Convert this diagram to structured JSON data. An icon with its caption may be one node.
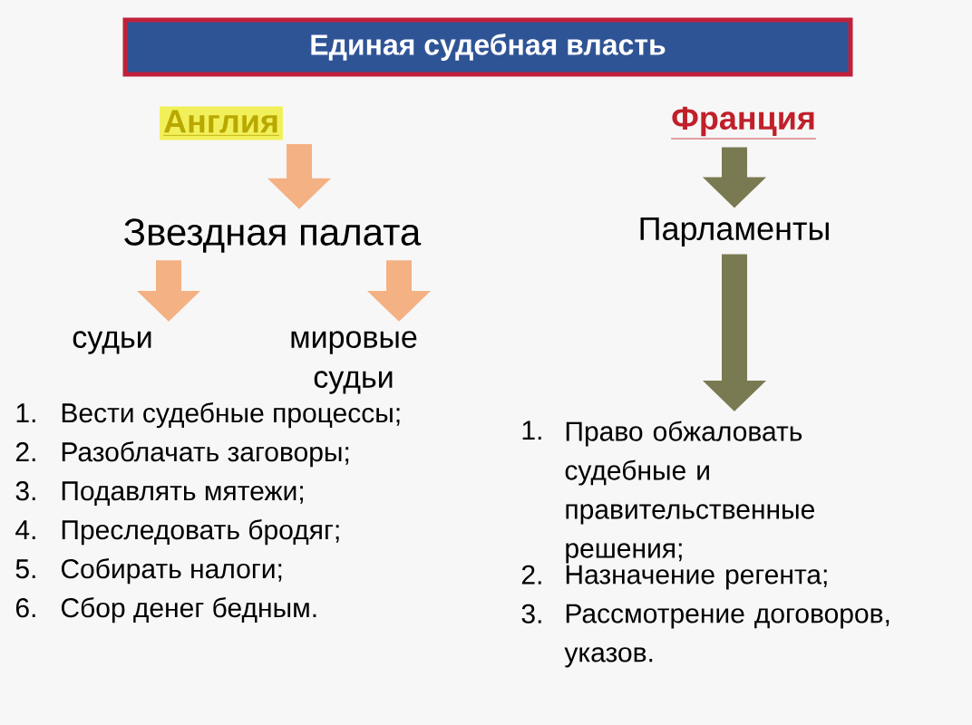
{
  "diagram": {
    "nodes": [
      {
        "text": [
          "Единая судебная власть"
        ]
      },
      {
        "text": [
          "Англия"
        ]
      },
      {
        "text": [
          "Франция"
        ]
      },
      {
        "text": [
          "Звездная палата"
        ]
      },
      {
        "text": [
          "судьи"
        ]
      },
      {
        "text": [
          "мировые судьи"
        ]
      },
      {
        "text": [
          "Парламенты"
        ]
      },
      {
        "text": [
          "1.",
          "Право обжаловать судебные и правительственные решения;",
          "2.",
          "Назначение регента;",
          "3.",
          "Рассмотрение договоров, указов."
        ]
      }
    ],
    "edges": [
      {
        "from": 1,
        "to": 3,
        "arrow": "to"
      },
      {
        "from": 3,
        "to": 4,
        "arrow": "to"
      },
      {
        "from": 3,
        "to": 5,
        "arrow": "to"
      },
      {
        "from": 2,
        "to": 6,
        "arrow": "to",
        "color": "#7a7a52"
      },
      {
        "from": 6,
        "to": 7,
        "arrow": "to",
        "color": "#7a7a52"
      }
    ],
    "labels": [
      "1.",
      "Вести судебные процессы;",
      "2.",
      "Разоблачать заговоры;",
      "3.",
      "Подавлять мятежи;",
      "4.",
      "Преследовать бродяг;",
      "5.",
      "Собирать налоги;",
      "6.",
      "Сбор денег бедным."
    ]
  }
}
